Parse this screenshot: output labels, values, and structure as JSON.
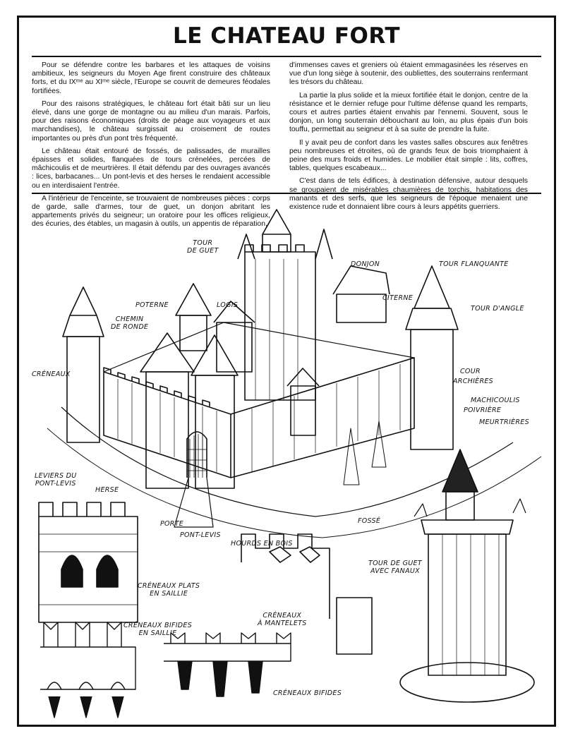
{
  "page": {
    "title": "LE CHATEAU FORT"
  },
  "article": {
    "left_column": [
      "Pour se défendre contre les barbares et les attaques de voisins ambitieux, les seigneurs du Moyen Age firent construire des châteaux forts, et du IXᵐᵉ au XIᵐᵉ siècle, l'Europe se couvrit de demeures féodales fortifiées.",
      "Pour des raisons stratégiques, le château fort était bâti sur un lieu élevé, dans une gorge de montagne ou au milieu d'un marais. Parfois, pour des raisons économiques (droits de péage aux voyageurs et aux marchandises), le château surgissait au croisement de routes importantes ou près d'un pont très fréquenté.",
      "Le château était entouré de fossés, de palissades, de murailles épaisses et solides, flanquées de tours crénelées, percées de mâchicoulis et de meurtrières. Il était défendu par des ouvrages avancés : lices, barbacanes... Un pont-levis et des herses le rendaient accessible ou en interdisaient l'entrée.",
      "A l'intérieur de l'enceinte, se trouvaient de nombreuses pièces : corps de garde, salle d'armes, tour de guet, un donjon abritant les appartements privés du seigneur; un oratoire pour les offices religieux, des écuries, des étables, un magasin à outils, un appentis de réparation,"
    ],
    "right_column": [
      "d'immenses caves et greniers où étaient emmagasinées les réserves en vue d'un long siège à soutenir, des oubliettes, des souterrains renfermant les trésors du château.",
      "La partie la plus solide et la mieux fortifiée était le donjon, centre de la résistance et le dernier refuge pour l'ultime défense quand les remparts, cours et autres parties étaient envahis par l'ennemi. Souvent, sous le donjon, un long souterrain débouchant au loin, au plus épais d'un bois touffu, permettait au seigneur et à sa suite de prendre la fuite.",
      "Il y avait peu de confort dans les vastes salles obscures aux fenêtres peu nombreuses et étroites, où de grands feux de bois triomphaient à peine des murs froids et humides. Le mobilier était simple : lits, coffres, tables, quelques escabeaux...",
      "C'est dans de tels édifices, à destination défensive, autour desquels se groupaient de misérables chaumières de torchis, habitations des manants et des serfs, que les seigneurs de l'époque menaient une existence rude et donnaient libre cours à leurs appétits guerriers."
    ]
  },
  "labels": {
    "tour_de_guet": "TOUR\nDE GUET",
    "donjon": "DONJON",
    "tour_flanquante": "TOUR FLANQUANTE",
    "poterne": "POTERNE",
    "logis": "LOGIS",
    "citerne": "CITERNE",
    "tour_d_angle": "TOUR D'ANGLE",
    "chemin_de_ronde": "CHEMIN\nDE RONDE",
    "creneaux": "CRÉNEAUX",
    "cour": "COUR",
    "archieres": "ARCHIÈRES",
    "machicoulis": "MACHICOULIS",
    "poivriere": "POIVRIÈRE",
    "meurtrieres": "MEURTRIÈRES",
    "leviers": "LEVIERS DU\nPONT-LEVIS",
    "herse": "HERSE",
    "porte": "PORTE",
    "pont_levis": "PONT-LEVIS",
    "hourds": "HOURDS EN BOIS",
    "fosse": "FOSSÉ",
    "tour_guet_fanaux": "TOUR DE GUET\nAVEC FANAUX",
    "creneaux_plats": "CRÉNEAUX PLATS\nEN SAILLIE",
    "creneaux_mantelets": "CRÉNEAUX\nÀ MANTELETS",
    "creneaux_bifides_saillie": "CRÉNEAUX BIFIDES\nEN SAILLIE",
    "creneaux_bifides": "CRÉNEAUX BIFIDES"
  },
  "colors": {
    "ink": "#111111",
    "paper": "#ffffff"
  }
}
